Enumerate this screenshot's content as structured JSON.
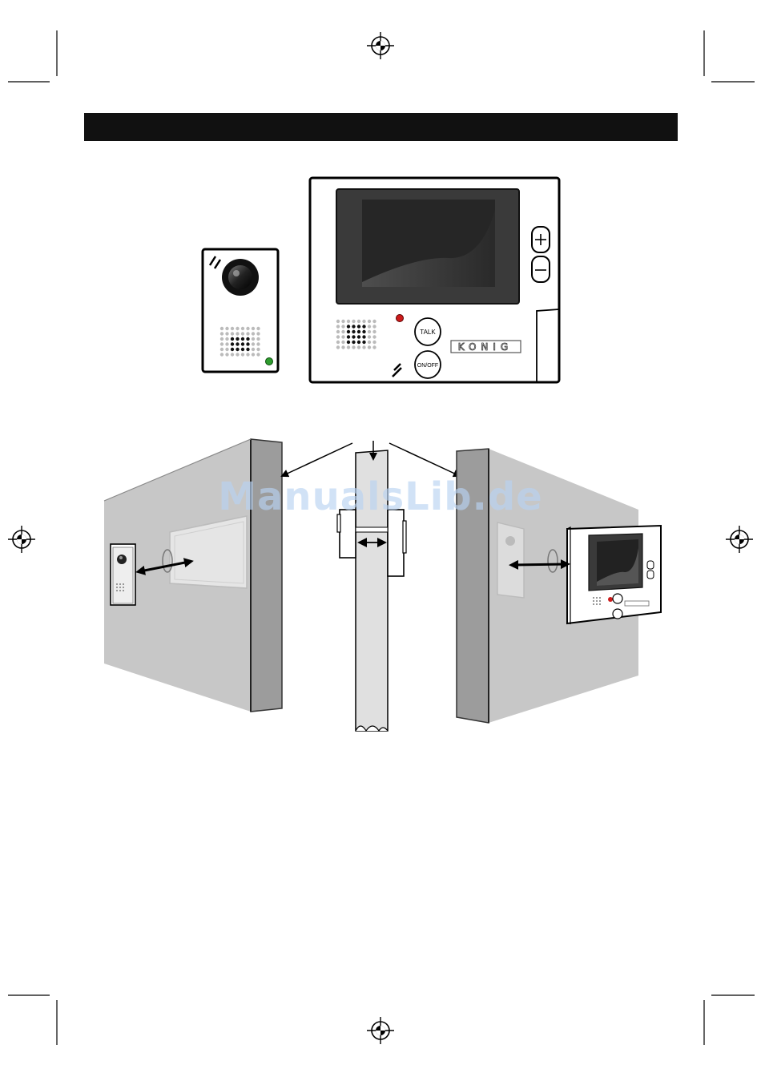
{
  "header_bar": {
    "color": "#111111",
    "text": ""
  },
  "monitor": {
    "talk_button_label": "TALK",
    "onoff_button_label": "ON/OFF",
    "brand_logo": "KONIG",
    "volume_up_label": "+",
    "volume_down_label": "−"
  },
  "watermark": "ManualsLib.de",
  "colors": {
    "wall": "#c4c4c4",
    "wall_edge": "#9a9a9a",
    "led_red": "#cc1b1b",
    "led_green": "#2e9c2e",
    "screen": "#2a2a2a"
  },
  "icons": [
    "registration-mark-icon",
    "crop-mark-icon",
    "double-arrow-icon",
    "pointer-arrow-icon"
  ]
}
